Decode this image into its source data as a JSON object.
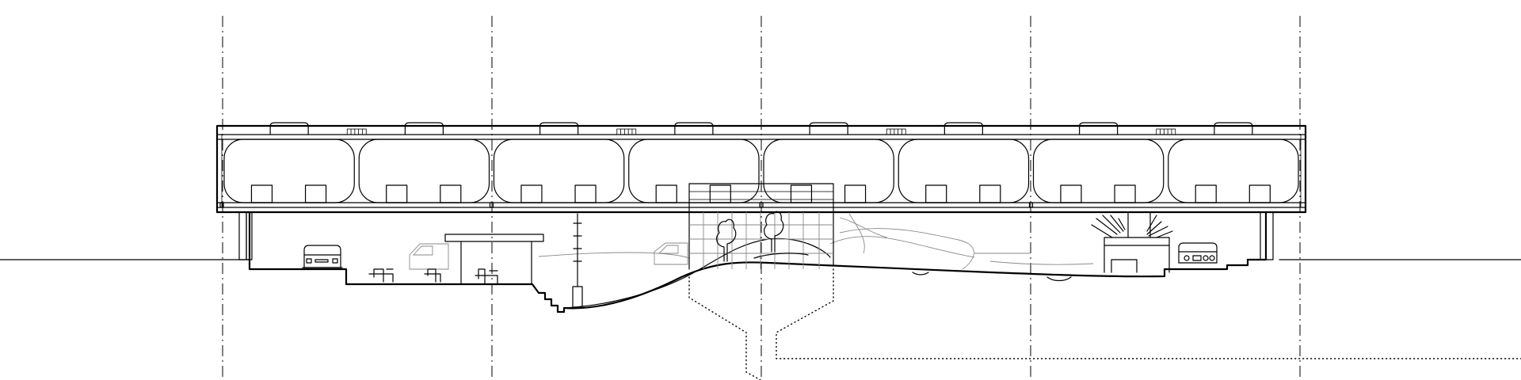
{
  "drawing": {
    "kind": "architectural-section",
    "colors": {
      "line": "#000000",
      "secondary_line": "#8a8a8a",
      "background": "#ffffff"
    },
    "structural_bays": 4,
    "roof_modules": 8
  }
}
